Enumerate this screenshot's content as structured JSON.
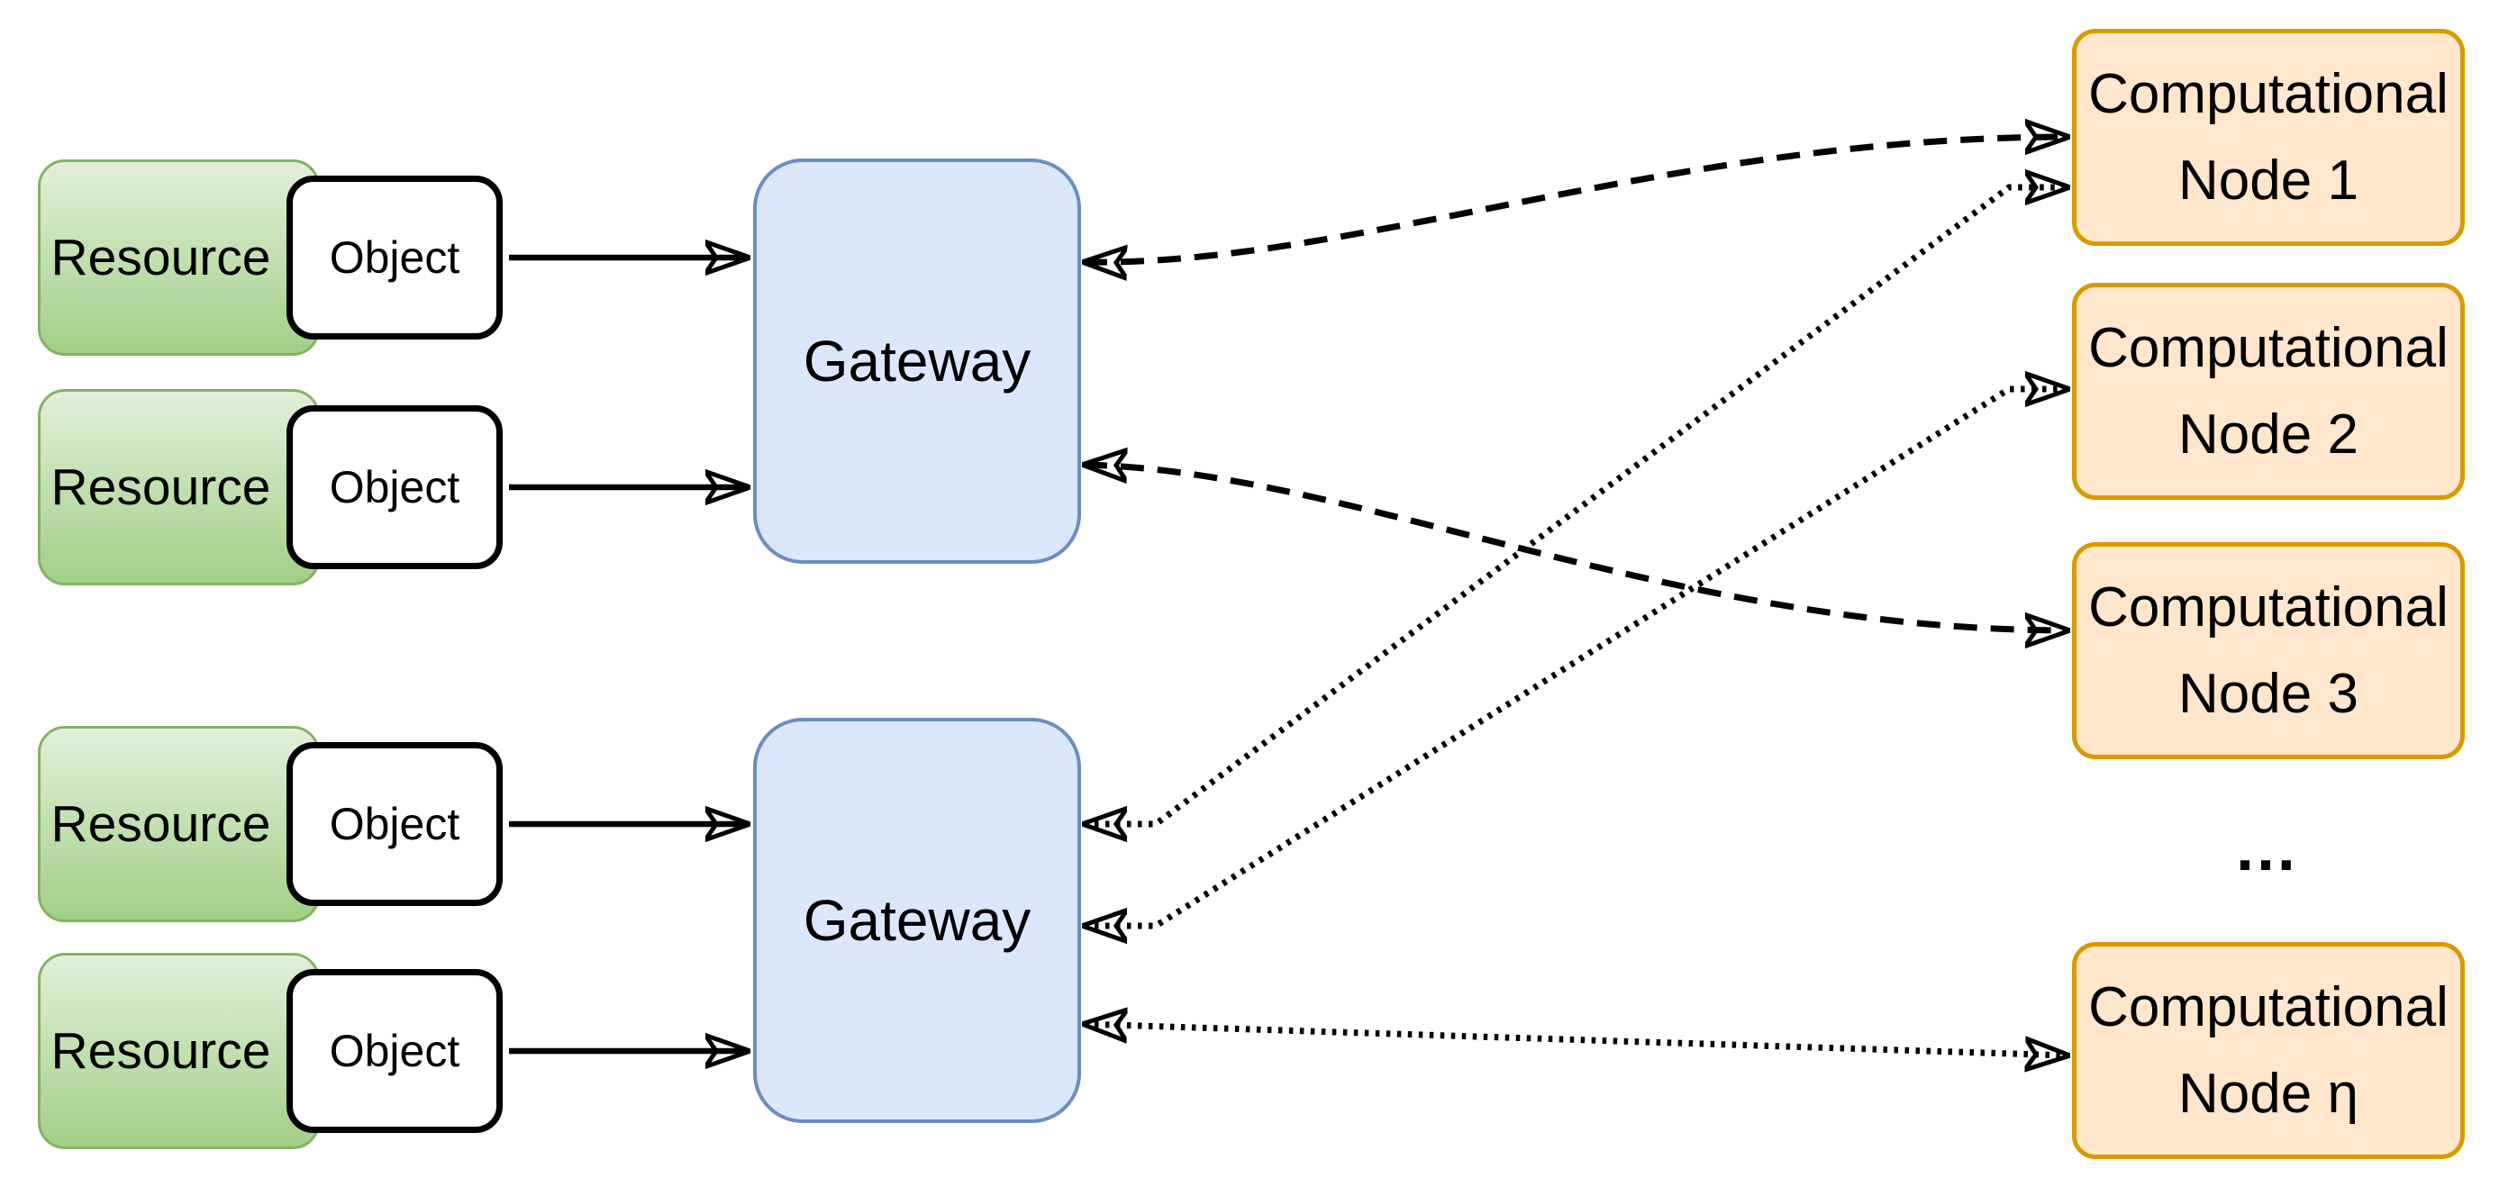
{
  "colors": {
    "background": "#ffffff",
    "resource_fill_top": "#e2f0da",
    "resource_fill_bottom": "#a2cf87",
    "resource_border": "#82b366",
    "object_fill": "#ffffff",
    "object_border": "#000000",
    "gateway_fill": "#dbe8fb",
    "gateway_border": "#6c8ebf",
    "node_fill": "#ffe6cc",
    "node_border": "#d79b00",
    "connector_color": "#000000"
  },
  "resources": [
    {
      "label": "Resource",
      "object_label": "Object"
    },
    {
      "label": "Resource",
      "object_label": "Object"
    },
    {
      "label": "Resource",
      "object_label": "Object"
    },
    {
      "label": "Resource",
      "object_label": "Object"
    }
  ],
  "gateways": [
    {
      "label": "Gateway"
    },
    {
      "label": "Gateway"
    }
  ],
  "nodes": [
    {
      "line1": "Computational",
      "line2": "Node 1"
    },
    {
      "line1": "Computational",
      "line2": "Node 2"
    },
    {
      "line1": "Computational",
      "line2": "Node 3"
    },
    {
      "line1": "Computational",
      "line2": "Node η"
    }
  ],
  "ellipsis": "…",
  "connections": [
    {
      "from": "Object 1",
      "to": "Gateway 1",
      "style": "solid",
      "arrowheads": "single"
    },
    {
      "from": "Object 2",
      "to": "Gateway 1",
      "style": "solid",
      "arrowheads": "single"
    },
    {
      "from": "Object 3",
      "to": "Gateway 2",
      "style": "solid",
      "arrowheads": "single"
    },
    {
      "from": "Object 4",
      "to": "Gateway 2",
      "style": "solid",
      "arrowheads": "single"
    },
    {
      "from": "Gateway 1",
      "to": "Computational Node 1",
      "style": "dashed",
      "arrowheads": "double"
    },
    {
      "from": "Gateway 1",
      "to": "Computational Node 3",
      "style": "dashed",
      "arrowheads": "double"
    },
    {
      "from": "Gateway 2",
      "to": "Computational Node 1",
      "style": "dotted",
      "arrowheads": "double"
    },
    {
      "from": "Gateway 2",
      "to": "Computational Node 2",
      "style": "dotted",
      "arrowheads": "double"
    },
    {
      "from": "Gateway 2",
      "to": "Computational Node η",
      "style": "dotted",
      "arrowheads": "double"
    }
  ]
}
